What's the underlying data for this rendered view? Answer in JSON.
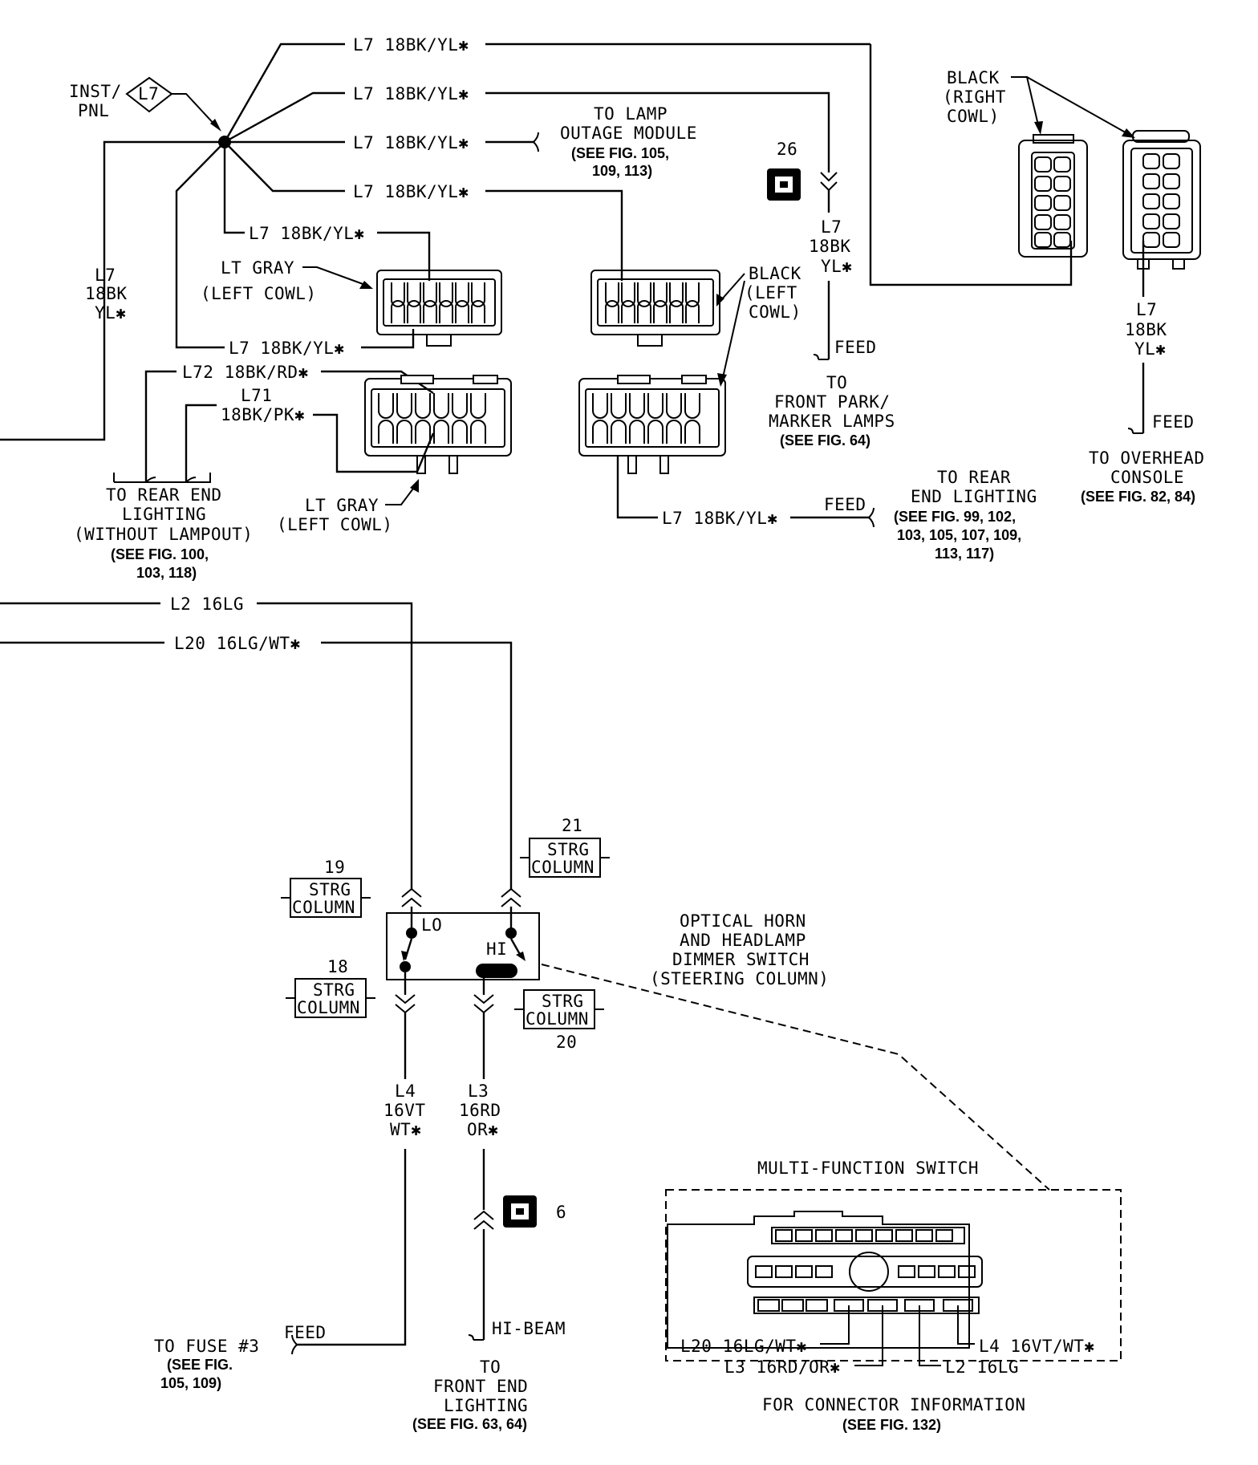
{
  "splice": {
    "inst_pnl_1": "INST/",
    "inst_pnl_2": "PNL",
    "circuit": "L7"
  },
  "wires": {
    "l7_a": "L7 18BK/YL✱",
    "l7_b": "L7 18BK/YL✱",
    "l7_c": "L7 18BK/YL✱",
    "l7_d": "L7 18BK/YL✱",
    "l7_e": "L7 18BK/YL✱",
    "l7_f": "L7 18BK/YL✱",
    "l7_g": "L7 18BK/YL✱",
    "l7_left_1": "L7",
    "l7_left_2": "18BK",
    "l7_left_3": "YL✱",
    "l7_mid_1": "L7",
    "l7_mid_2": "18BK",
    "l7_mid_3": "YL✱",
    "l7_right_1": "L7",
    "l7_right_2": "18BK",
    "l7_right_3": "YL✱",
    "l72": "L72 18BK/RD✱",
    "l71_1": "L71",
    "l71_2": "18BK/PK✱",
    "l2": "L2 16LG",
    "l20": "L20 16LG/WT✱",
    "l4_1": "L4",
    "l4_2": "16VT",
    "l4_3": "WT✱",
    "l3_1": "L3",
    "l3_2": "16RD",
    "l3_3": "OR✱"
  },
  "connectors": {
    "lt_gray_1": "LT GRAY",
    "left_cowl_1": "(LEFT COWL)",
    "lt_gray_2": "LT GRAY",
    "left_cowl_2": "(LEFT COWL)",
    "black_left_1": "BLACK",
    "black_left_2": "(LEFT",
    "black_left_3": "COWL)",
    "black_right_1": "BLACK",
    "black_right_2": "(RIGHT",
    "black_right_3": "COWL)"
  },
  "destinations": {
    "lamp_outage_1": "TO LAMP",
    "lamp_outage_2": "OUTAGE MODULE",
    "lamp_outage_3": "(SEE FIG. 105,",
    "lamp_outage_4": "109, 113)",
    "front_park_feed": "FEED",
    "front_park_1": "TO",
    "front_park_2": "FRONT PARK/",
    "front_park_3": "MARKER LAMPS",
    "front_park_4": "(SEE FIG. 64)",
    "overhead_feed": "FEED",
    "overhead_1": "TO OVERHEAD",
    "overhead_2": "CONSOLE",
    "overhead_3": "(SEE FIG. 82, 84)",
    "rear_end_1": "TO REAR END",
    "rear_end_2": "LIGHTING",
    "rear_end_3": "(WITHOUT LAMPOUT)",
    "rear_end_4": "(SEE FIG. 100,",
    "rear_end_5": "103, 118)",
    "rear_lighting_feed": "FEED",
    "rear_lighting_1": "TO REAR",
    "rear_lighting_2": "END LIGHTING",
    "rear_lighting_3": "(SEE FIG. 99, 102,",
    "rear_lighting_4": "103, 105, 107, 109,",
    "rear_lighting_5": "113, 117)",
    "fuse_feed": "FEED",
    "fuse_1": "TO FUSE #3",
    "fuse_2": "(SEE FIG.",
    "fuse_3": "105, 109)",
    "hibeam": "HI-BEAM",
    "front_end_1": "TO",
    "front_end_2": "FRONT END",
    "front_end_3": "LIGHTING",
    "front_end_4": "(SEE FIG. 63, 64)"
  },
  "grounds": {
    "g26": "26",
    "g6": "6"
  },
  "strg": {
    "n19": "19",
    "n18": "18",
    "n21": "21",
    "n20": "20",
    "strg": "STRG",
    "column": "COLUMN"
  },
  "switch": {
    "lo": "LO",
    "hi": "HI",
    "title_1": "OPTICAL HORN",
    "title_2": "AND HEADLAMP",
    "title_3": "DIMMER SWITCH",
    "title_4": "(STEERING COLUMN)"
  },
  "multifunction": {
    "title": "MULTI-FUNCTION SWITCH",
    "l20": "L20 16LG/WT✱",
    "l3": "L3 16RD/OR✱",
    "l4": "L4 16VT/WT✱",
    "l2": "L2 16LG",
    "info_1": "FOR CONNECTOR INFORMATION",
    "info_2": "(SEE FIG. 132)"
  }
}
